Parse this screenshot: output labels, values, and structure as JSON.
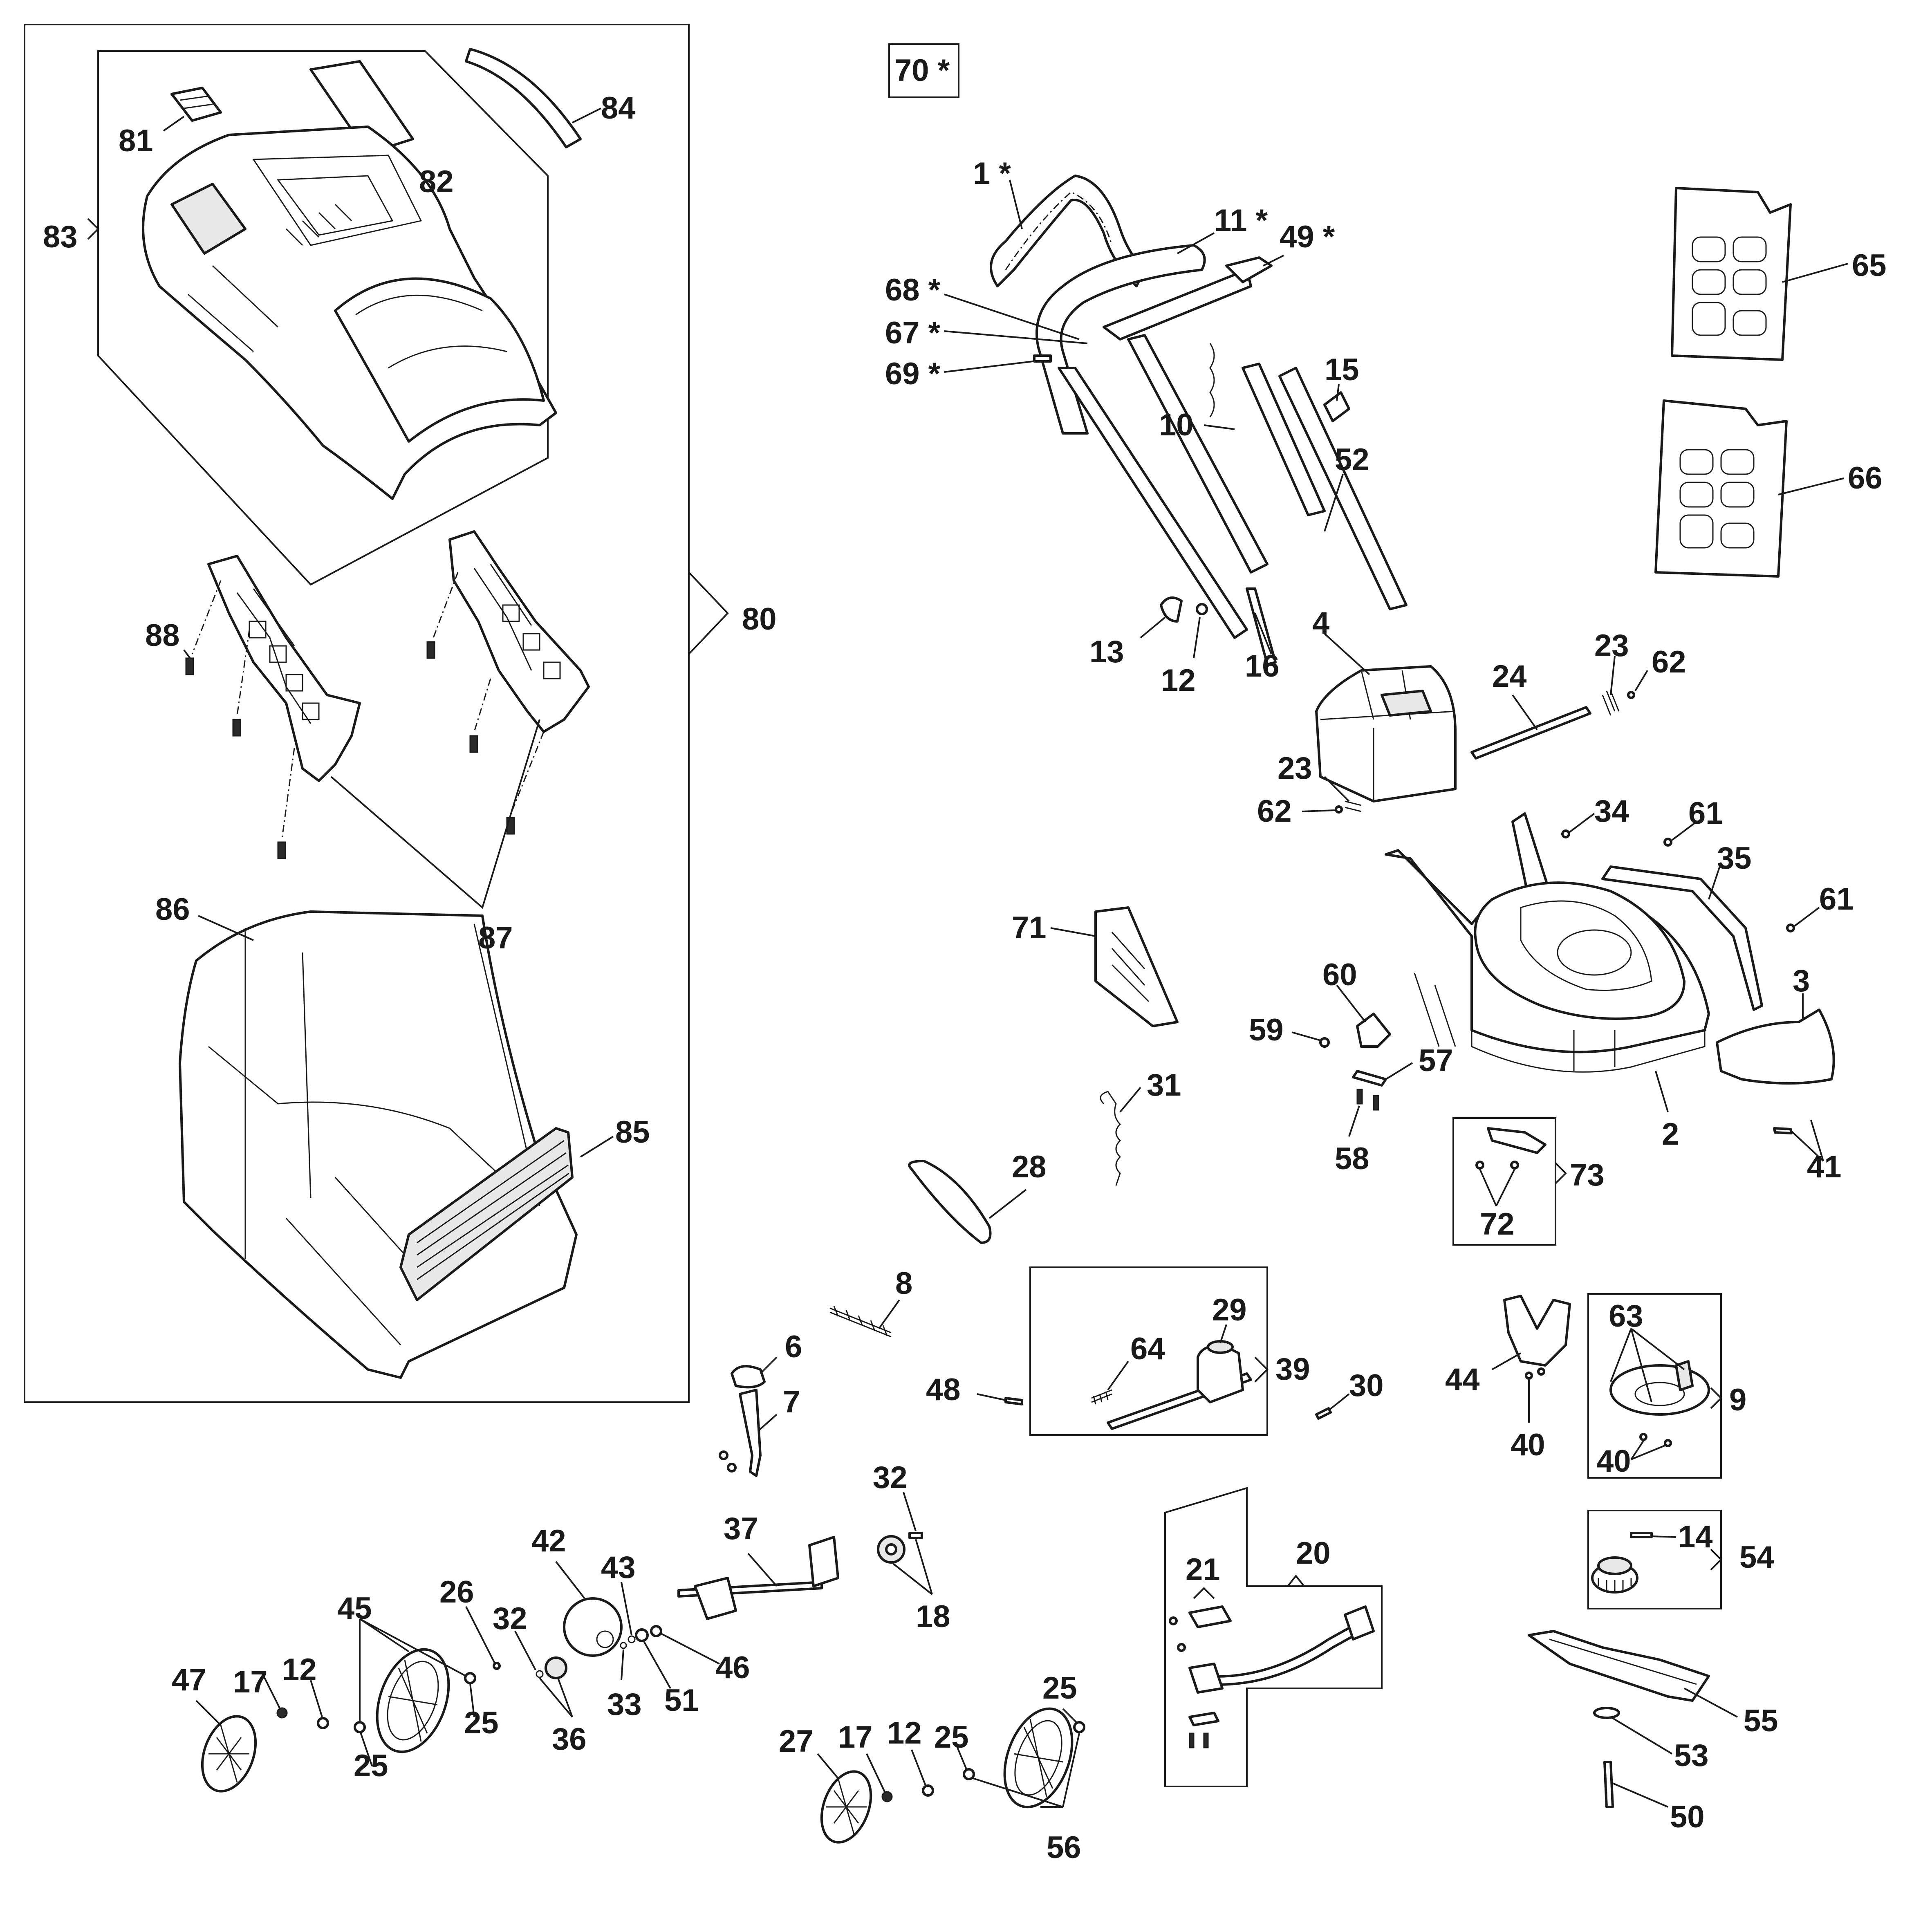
{
  "labels": {
    "l1": "1 *",
    "l2": "2",
    "l3": "3",
    "l4": "4",
    "l6": "6",
    "l7": "7",
    "l8": "8",
    "l9": "9",
    "l10": "10",
    "l11": "11 *",
    "l12a": "12",
    "l12b": "12",
    "l12c": "12",
    "l13": "13",
    "l14": "14",
    "l15": "15",
    "l16": "16",
    "l17a": "17",
    "l17b": "17",
    "l18": "18",
    "l20": "20",
    "l21": "21",
    "l23a": "23",
    "l23b": "23",
    "l24": "24",
    "l25a": "25",
    "l25b": "25",
    "l25c": "25",
    "l25d": "25",
    "l26": "26",
    "l27": "27",
    "l28": "28",
    "l29": "29",
    "l30": "30",
    "l31": "31",
    "l32a": "32",
    "l32b": "32",
    "l33": "33",
    "l34": "34",
    "l35": "35",
    "l36": "36",
    "l37": "37",
    "l39": "39",
    "l40a": "40",
    "l40b": "40",
    "l41": "41",
    "l42": "42",
    "l43": "43",
    "l44": "44",
    "l45": "45",
    "l46": "46",
    "l47": "47",
    "l48": "48",
    "l49": "49 *",
    "l50": "50",
    "l51": "51",
    "l52": "52",
    "l53": "53",
    "l54": "54",
    "l55": "55",
    "l56": "56",
    "l57": "57",
    "l58": "58",
    "l59": "59",
    "l60": "60",
    "l61a": "61",
    "l61b": "61",
    "l62a": "62",
    "l62b": "62",
    "l63": "63",
    "l64": "64",
    "l65": "65",
    "l66": "66",
    "l67": "67 *",
    "l68": "68 *",
    "l69": "69 *",
    "l70": "70 *",
    "l71": "71",
    "l72": "72",
    "l73": "73",
    "l80": "80",
    "l81": "81",
    "l82": "82",
    "l83": "83",
    "l84": "84",
    "l85": "85",
    "l86": "86",
    "l87": "87",
    "l88": "88"
  }
}
